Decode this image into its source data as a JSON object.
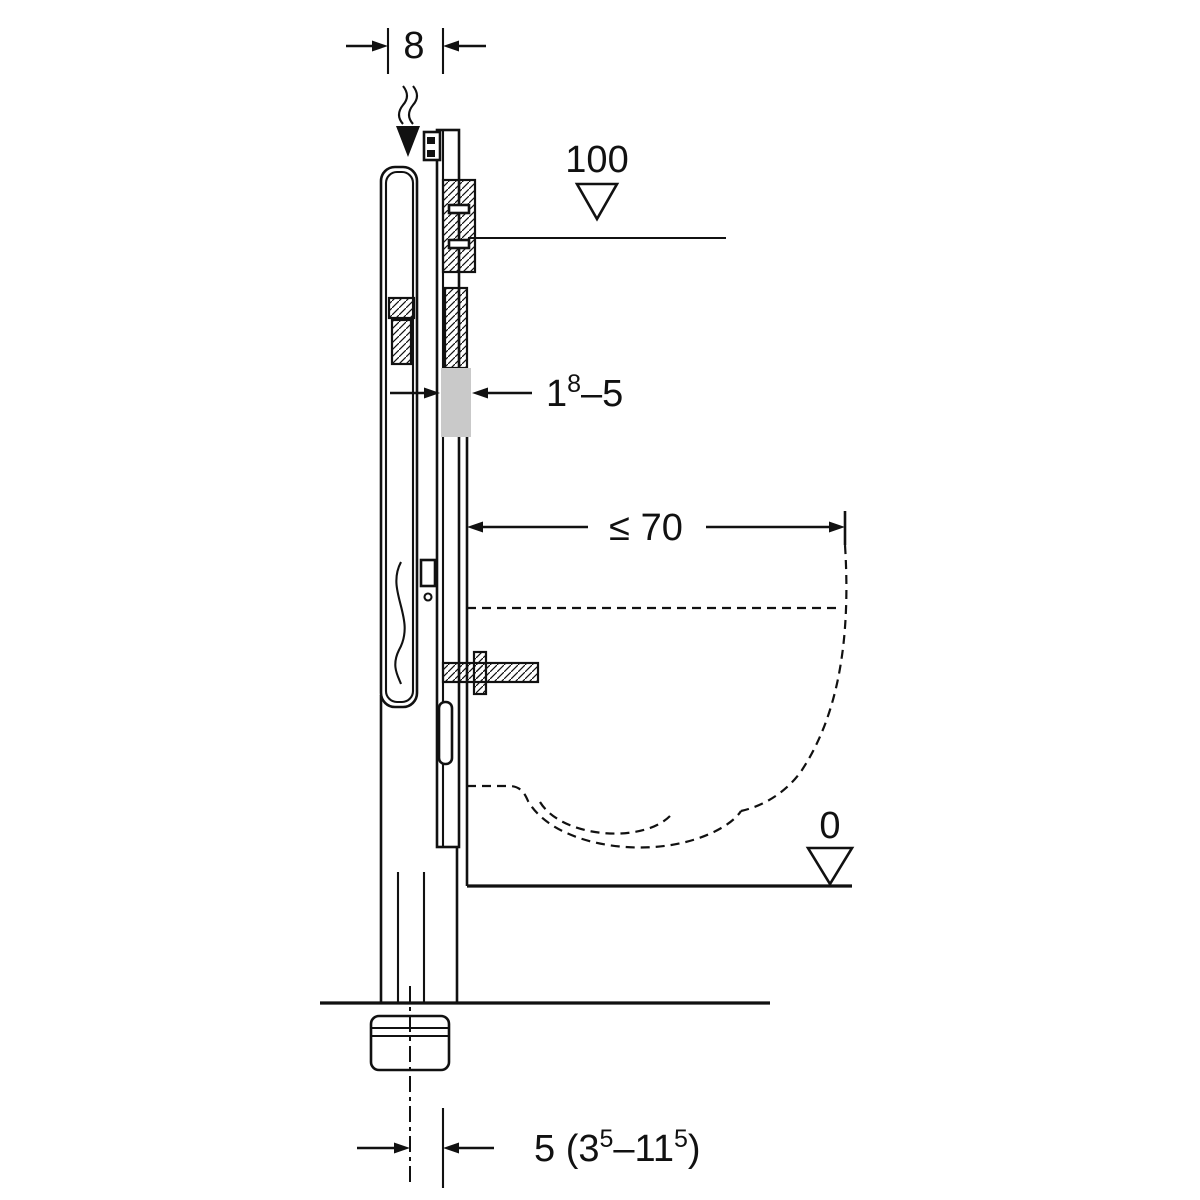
{
  "labels": {
    "dim_width_top": "8",
    "level_top": "100",
    "dim_seal": {
      "base": "1",
      "sup": "8",
      "rest": "–5"
    },
    "dim_depth": "≤ 70",
    "level_floor": "0",
    "dim_bottom": {
      "p1": "5 (3",
      "s1": "5",
      "p2": "–11",
      "s2": "5",
      "p3": ")"
    }
  },
  "colors": {
    "line": "#111111",
    "seal": "#c9c9c9",
    "background": "#ffffff"
  }
}
